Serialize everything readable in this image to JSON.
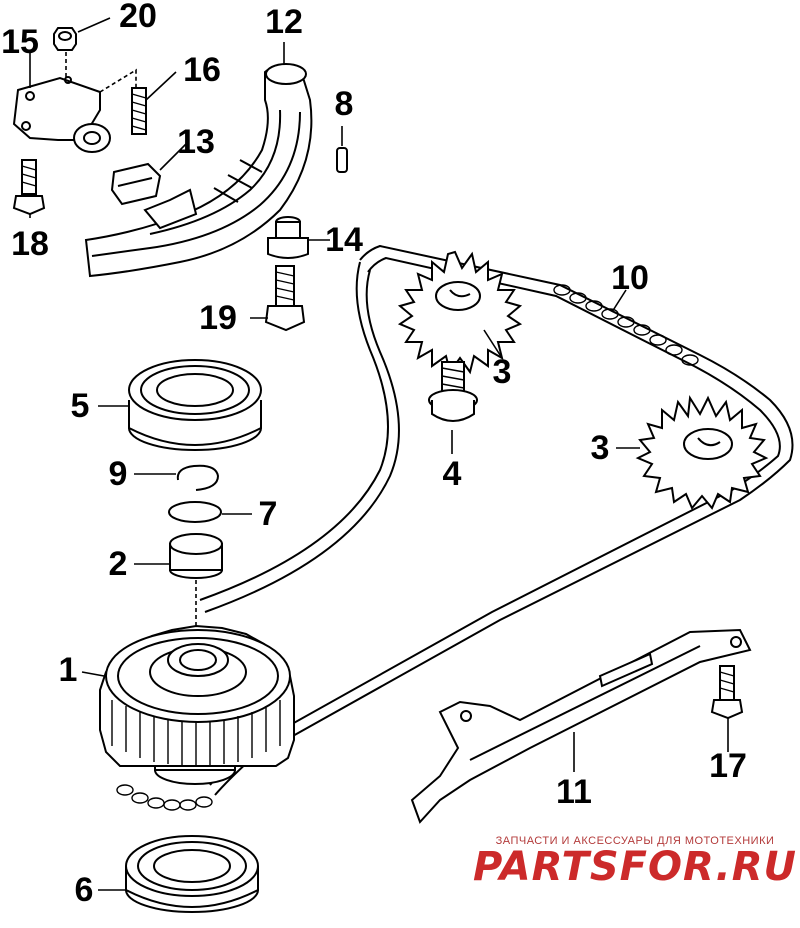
{
  "callouts": [
    "20",
    "15",
    "16",
    "12",
    "8",
    "13",
    "18",
    "14",
    "19",
    "10",
    "5",
    "3",
    "3",
    "4",
    "9",
    "7",
    "2",
    "1",
    "17",
    "11",
    "6"
  ],
  "watermark": {
    "tagline": "ЗАПЧАСТИ И АКСЕССУАРЫ ДЛЯ МОТОТЕХНИКИ",
    "brand": "PARTSFOR.RU"
  },
  "colors": {
    "line": "#000000",
    "watermark": "#cc2a2a",
    "background": "#ffffff"
  }
}
